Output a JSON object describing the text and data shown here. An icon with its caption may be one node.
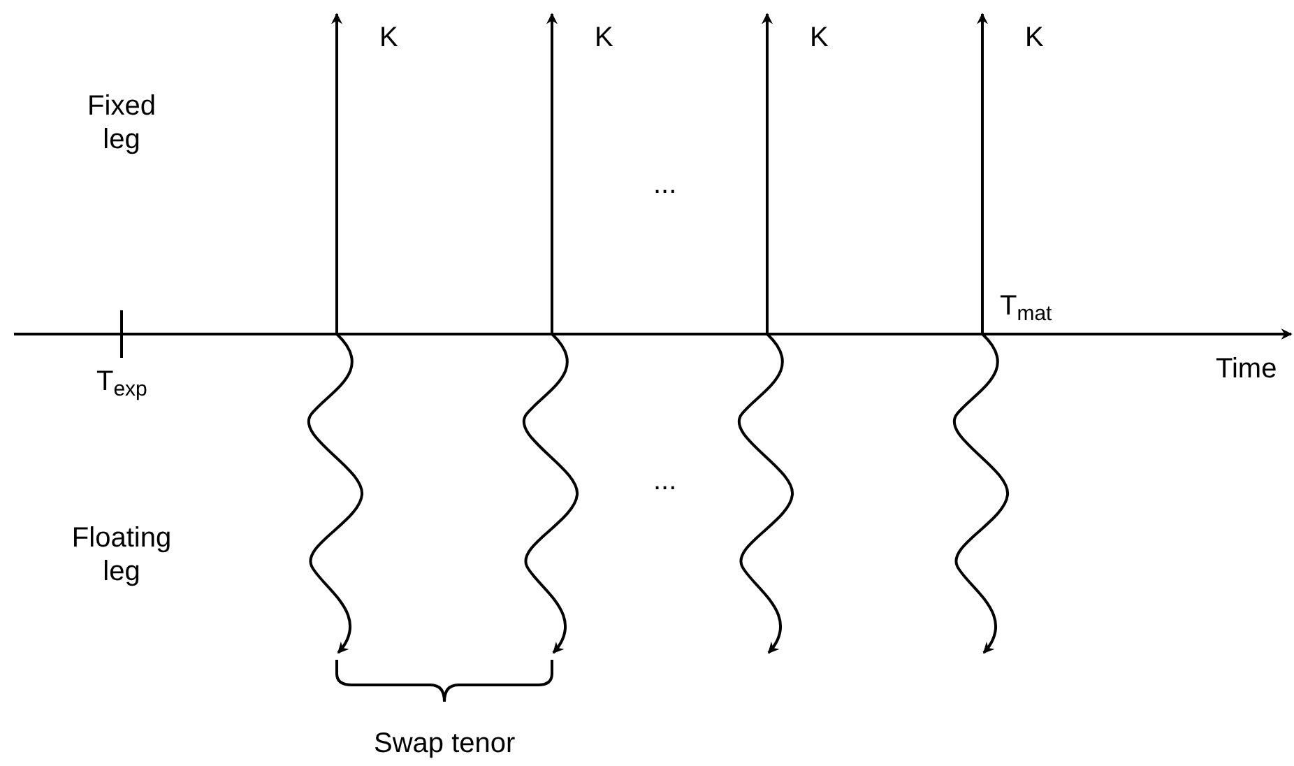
{
  "diagram": {
    "labels": [
      "K",
      "K",
      "K",
      "K",
      "Fixed leg",
      "...",
      "T$_{mat}$",
      "Time",
      "T$_{exp}$",
      "...",
      "Floating leg",
      "Swap tenor"
    ]
  }
}
